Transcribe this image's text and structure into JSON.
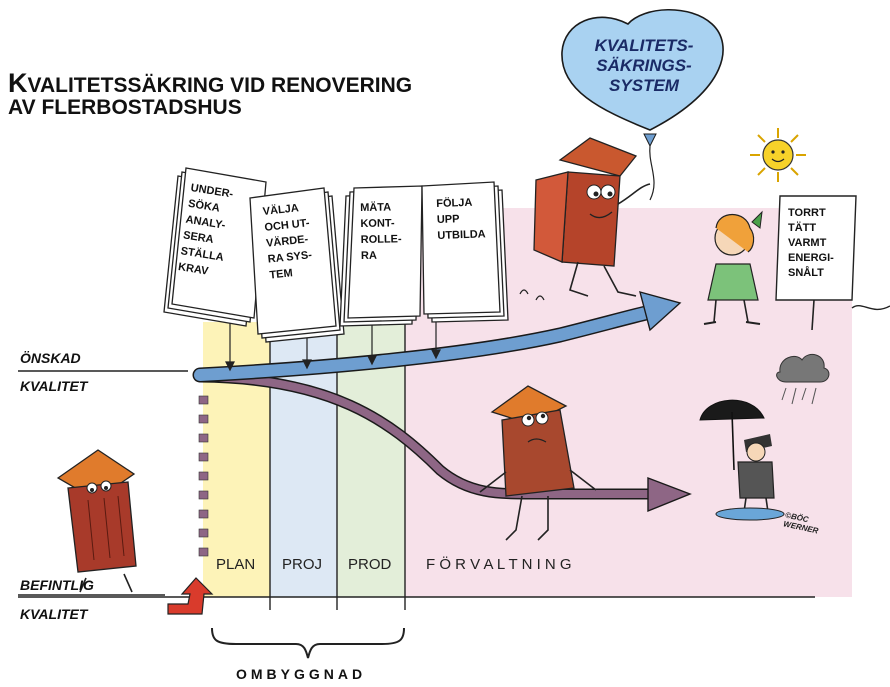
{
  "title": {
    "line1_initial": "K",
    "line1_rest": "VALITETSSÄKRING  VID RENOVERING",
    "line2": "AV FLERBOSTADSHUS"
  },
  "balloon": {
    "line1": "KVALITETS-",
    "line2": "SÄKRINGS-",
    "line3": "SYSTEM"
  },
  "documents": [
    {
      "lines": [
        "UNDER-",
        "SÖKA",
        "ANALY-",
        "SERA",
        "STÄLLA",
        "KRAV"
      ]
    },
    {
      "lines": [
        "VÄLJA",
        "OCH UT-",
        "VÄRDE-",
        "RA SYS-",
        "TEM"
      ]
    },
    {
      "lines": [
        "MÄTA",
        "KONT-",
        "ROLLE-",
        "RA"
      ]
    },
    {
      "lines": [
        "FÖLJA",
        "UPP",
        "UTBILDA"
      ]
    }
  ],
  "sign": {
    "lines": [
      "TORRT",
      "TÄTT",
      "VARMT",
      "ENERGI-",
      "SNÅLT"
    ]
  },
  "labels": {
    "desired_1": "ÖNSKAD",
    "desired_2": "KVALITET",
    "existing_1": "BEFINTLIG",
    "existing_2": "KVALITET"
  },
  "phases": {
    "plan": "PLAN",
    "proj": "PROJ",
    "prod": "PROD",
    "forvaltning": "F Ö R V A L T N I N G"
  },
  "ombyggnad": "OMBYGGNAD",
  "signature": {
    "line1": "©BÖC",
    "line2": "WERNER"
  },
  "colors": {
    "plan": "#fdf3b8",
    "proj": "#dde8f4",
    "prod": "#e3eed9",
    "forvaltning": "#f7e1ea",
    "upper_arrow": "#6e9ed0",
    "lower_arrow": "#8e6685",
    "balloon": "#a9d2f1",
    "house": "#b5442a",
    "small_arrow": "#d93b2c"
  }
}
